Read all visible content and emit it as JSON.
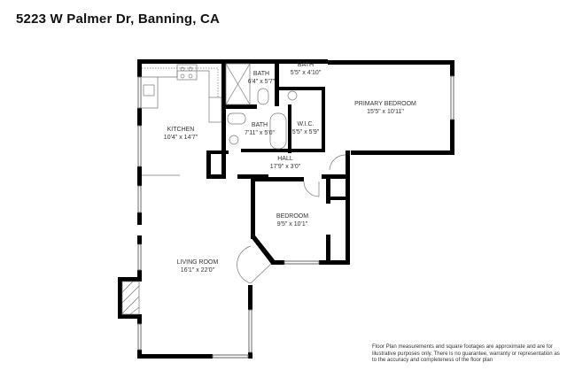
{
  "header": {
    "title": "5223 W Palmer Dr, Banning, CA"
  },
  "rooms": [
    {
      "name": "KITCHEN",
      "dimensions": "10'4\" x 14'7\""
    },
    {
      "name": "BATH",
      "dimensions": "6'4\" x 5'7\""
    },
    {
      "name": "BATH",
      "dimensions": "5'5\" x 4'10\""
    },
    {
      "name": "PRIMARY BEDROOM",
      "dimensions": "15'5\" x 10'11\""
    },
    {
      "name": "BATH",
      "dimensions": "7'11\" x 5'0\""
    },
    {
      "name": "W.I.C.",
      "dimensions": "5'5\" x 5'9\""
    },
    {
      "name": "HALL",
      "dimensions": "17'9\" x 3'0\""
    },
    {
      "name": "BEDROOM",
      "dimensions": "9'5\" x 10'1\""
    },
    {
      "name": "LIVING ROOM",
      "dimensions": "16'1\" x 22'0\""
    }
  ],
  "footer": {
    "disclaimer": "Floor Plan measurements and square footages are approximate and are for illustrative purposes only. There is no guarantee, warranty or representation as to the accuracy and completeness of the floor plan"
  },
  "colors": {
    "wall": "#000000",
    "fixture": "#777777",
    "background": "#ffffff"
  }
}
